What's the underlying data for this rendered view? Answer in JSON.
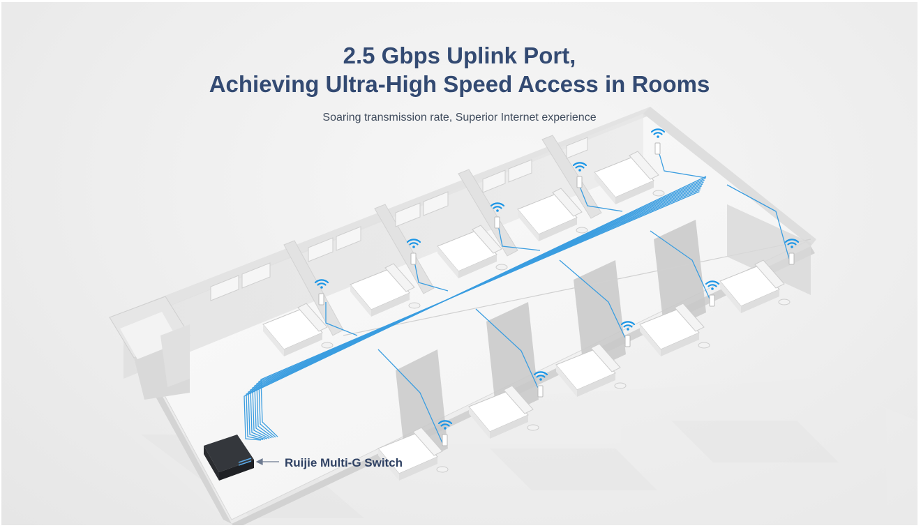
{
  "header": {
    "title_line1": "2.5 Gbps Uplink Port,",
    "title_line2": "Achieving Ultra-High Speed Access in Rooms",
    "subtitle": "Soaring transmission rate, Superior Internet experience"
  },
  "diagram": {
    "switch_label": "Ruijie Multi-G Switch",
    "colors": {
      "title": "#334a72",
      "cable": "#3a9de0",
      "wifi": "#1a95e6",
      "switch_body": "#2a2c30"
    },
    "icons": [
      "wifi-icon",
      "access-point-icon",
      "bed-icon",
      "switch-icon"
    ]
  }
}
